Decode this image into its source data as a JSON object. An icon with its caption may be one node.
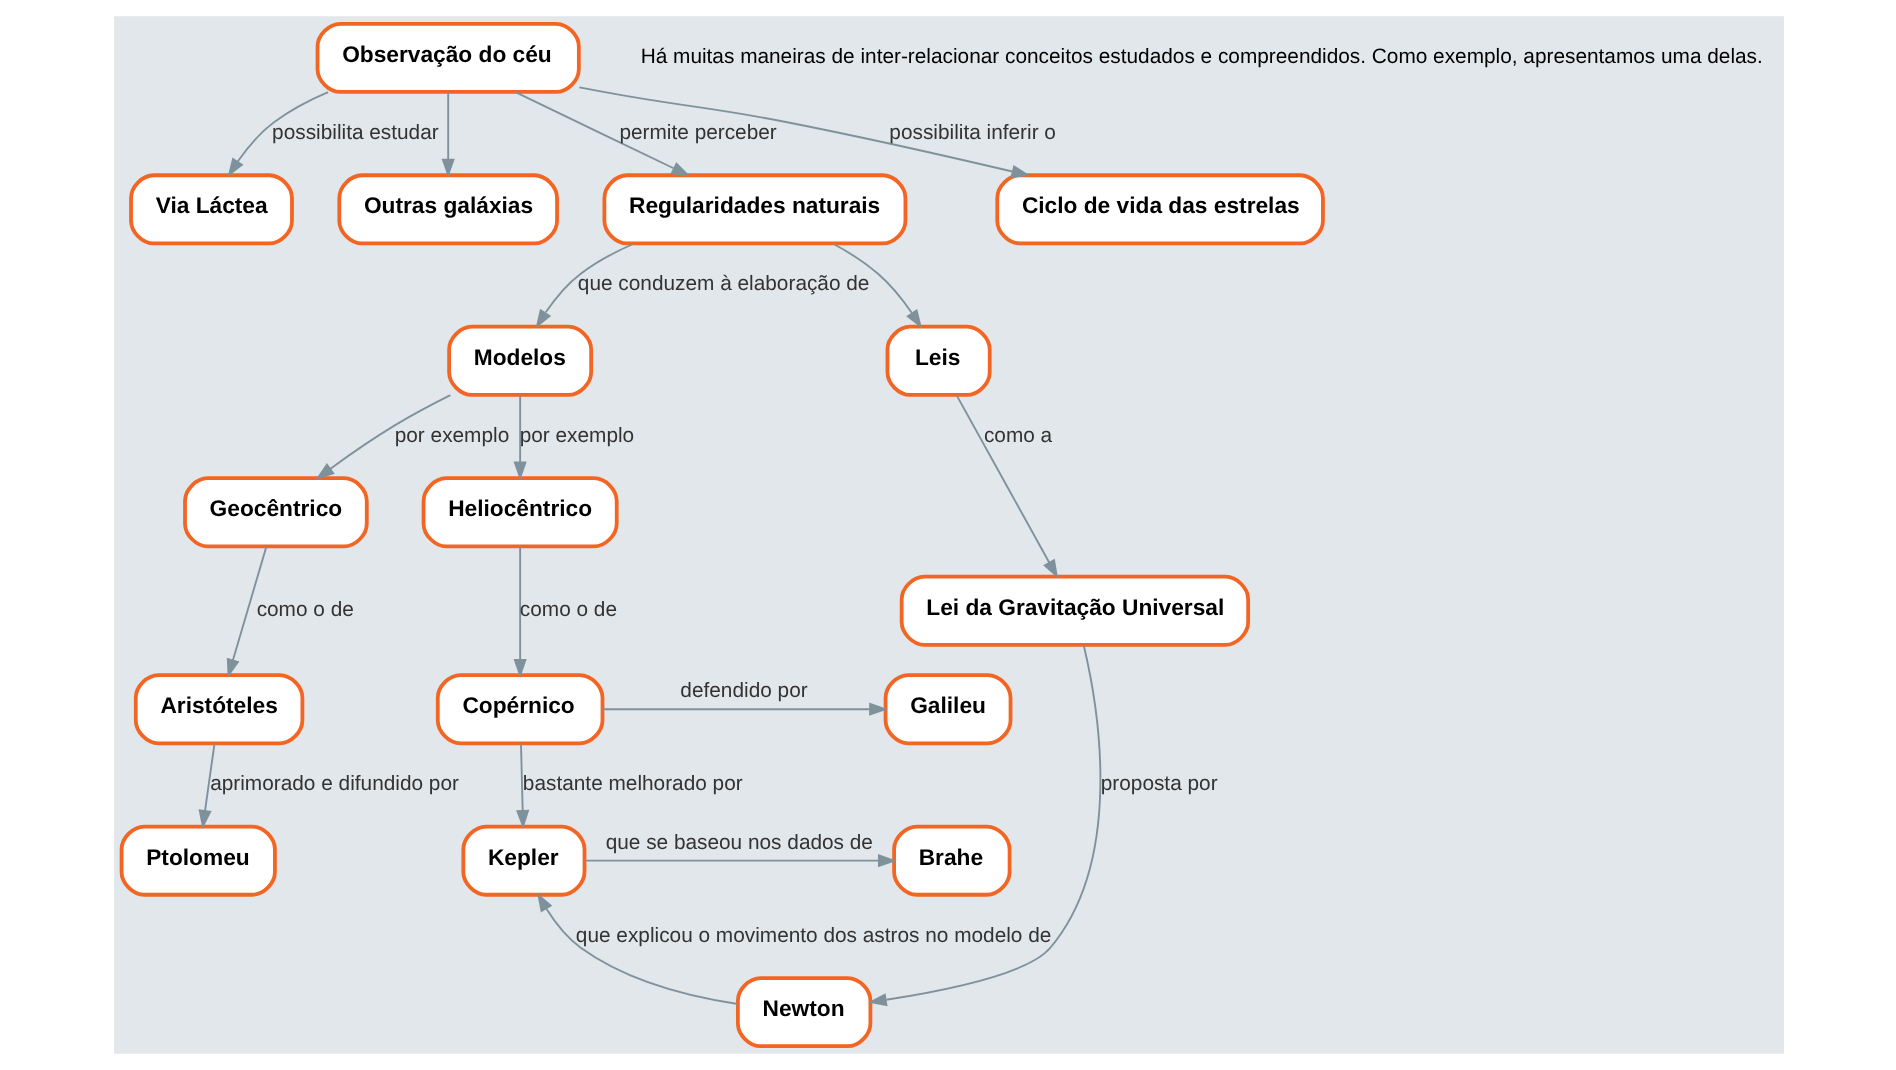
{
  "diagram": {
    "nodes": [
      {
        "text": [
          "Observação do céu"
        ]
      },
      {
        "text": [
          "Via Láctea"
        ]
      },
      {
        "text": [
          "Outras galáxias"
        ]
      },
      {
        "text": [
          "Regularidades naturais"
        ]
      },
      {
        "text": [
          "Ciclo de vida das estrelas"
        ]
      },
      {
        "text": [
          "Modelos"
        ]
      },
      {
        "text": [
          "Leis"
        ]
      },
      {
        "text": [
          "Geocêntrico"
        ]
      },
      {
        "text": [
          "Heliocêntrico"
        ]
      },
      {
        "text": [
          "Lei da Gravitação Universal"
        ]
      },
      {
        "text": [
          "Aristóteles"
        ]
      },
      {
        "text": [
          "Copérnico"
        ]
      },
      {
        "text": [
          "Galileu"
        ]
      },
      {
        "text": [
          "Ptolomeu"
        ]
      },
      {
        "text": [
          "Kepler"
        ]
      },
      {
        "text": [
          "Brahe"
        ]
      },
      {
        "text": [
          "Newton"
        ]
      }
    ],
    "edges": [
      {
        "from": 0,
        "to": 1,
        "arrow": "to",
        "label": "possibilita estudar"
      },
      {
        "from": 0,
        "to": 2,
        "arrow": "to"
      },
      {
        "from": 0,
        "to": 3,
        "arrow": "to",
        "label": "permite perceber"
      },
      {
        "from": 0,
        "to": 4,
        "arrow": "to",
        "label": "possibilita inferir o"
      },
      {
        "from": 3,
        "to": 5,
        "arrow": "to",
        "label": "que conduzem à elaboração de"
      },
      {
        "from": 3,
        "to": 6,
        "arrow": "to"
      },
      {
        "from": 5,
        "to": 7,
        "arrow": "to",
        "label": "por exemplo"
      },
      {
        "from": 5,
        "to": 8,
        "arrow": "to",
        "label": "por exemplo"
      },
      {
        "from": 6,
        "to": 9,
        "arrow": "to",
        "label": "como a"
      },
      {
        "from": 7,
        "to": 10,
        "arrow": "to",
        "label": "como o de"
      },
      {
        "from": 8,
        "to": 11,
        "arrow": "to",
        "label": "como o de"
      },
      {
        "from": 11,
        "to": 12,
        "arrow": "to",
        "label": "defendido por"
      },
      {
        "from": 10,
        "to": 13,
        "arrow": "to",
        "label": "aprimorado e difundido por"
      },
      {
        "from": 11,
        "to": 14,
        "arrow": "to",
        "label": "bastante melhorado por"
      },
      {
        "from": 9,
        "to": 16,
        "arrow": "to",
        "label": "proposta por"
      },
      {
        "from": 14,
        "to": 15,
        "arrow": "to",
        "label": "que se baseou nos dados de"
      },
      {
        "from": 16,
        "to": 14,
        "arrow": "to",
        "label": "que explicou o movimento dos astros no modelo de"
      }
    ],
    "labels": [
      "Há muitas maneiras de inter-relacionar conceitos estudados e compreendidos. Como exemplo, apresentamos uma delas."
    ]
  }
}
